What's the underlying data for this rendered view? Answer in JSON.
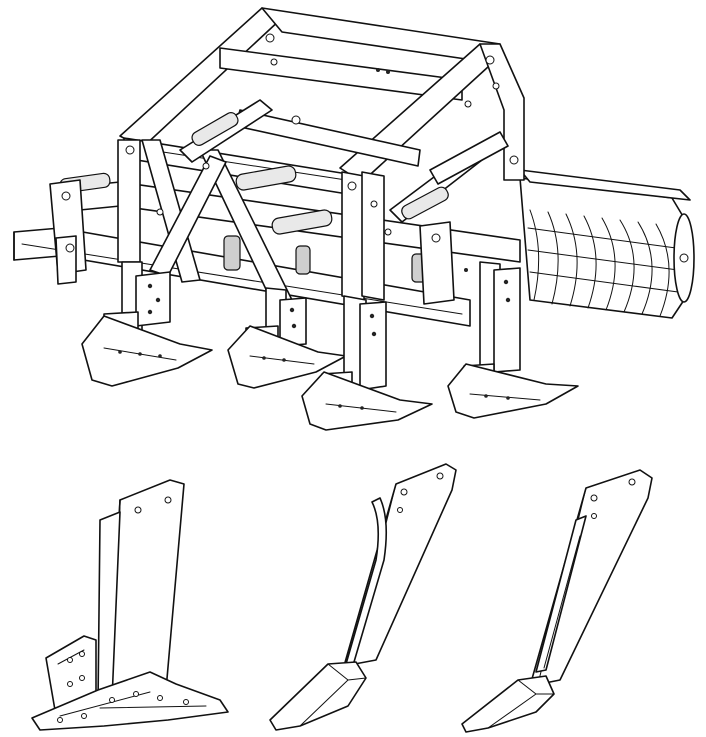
{
  "figure": {
    "background": "#ffffff",
    "line_color": "#111111",
    "top_drawing": "subsoiler-assembly",
    "bottom_drawings": [
      "winged-shank",
      "curved-shank",
      "straight-shank"
    ]
  }
}
